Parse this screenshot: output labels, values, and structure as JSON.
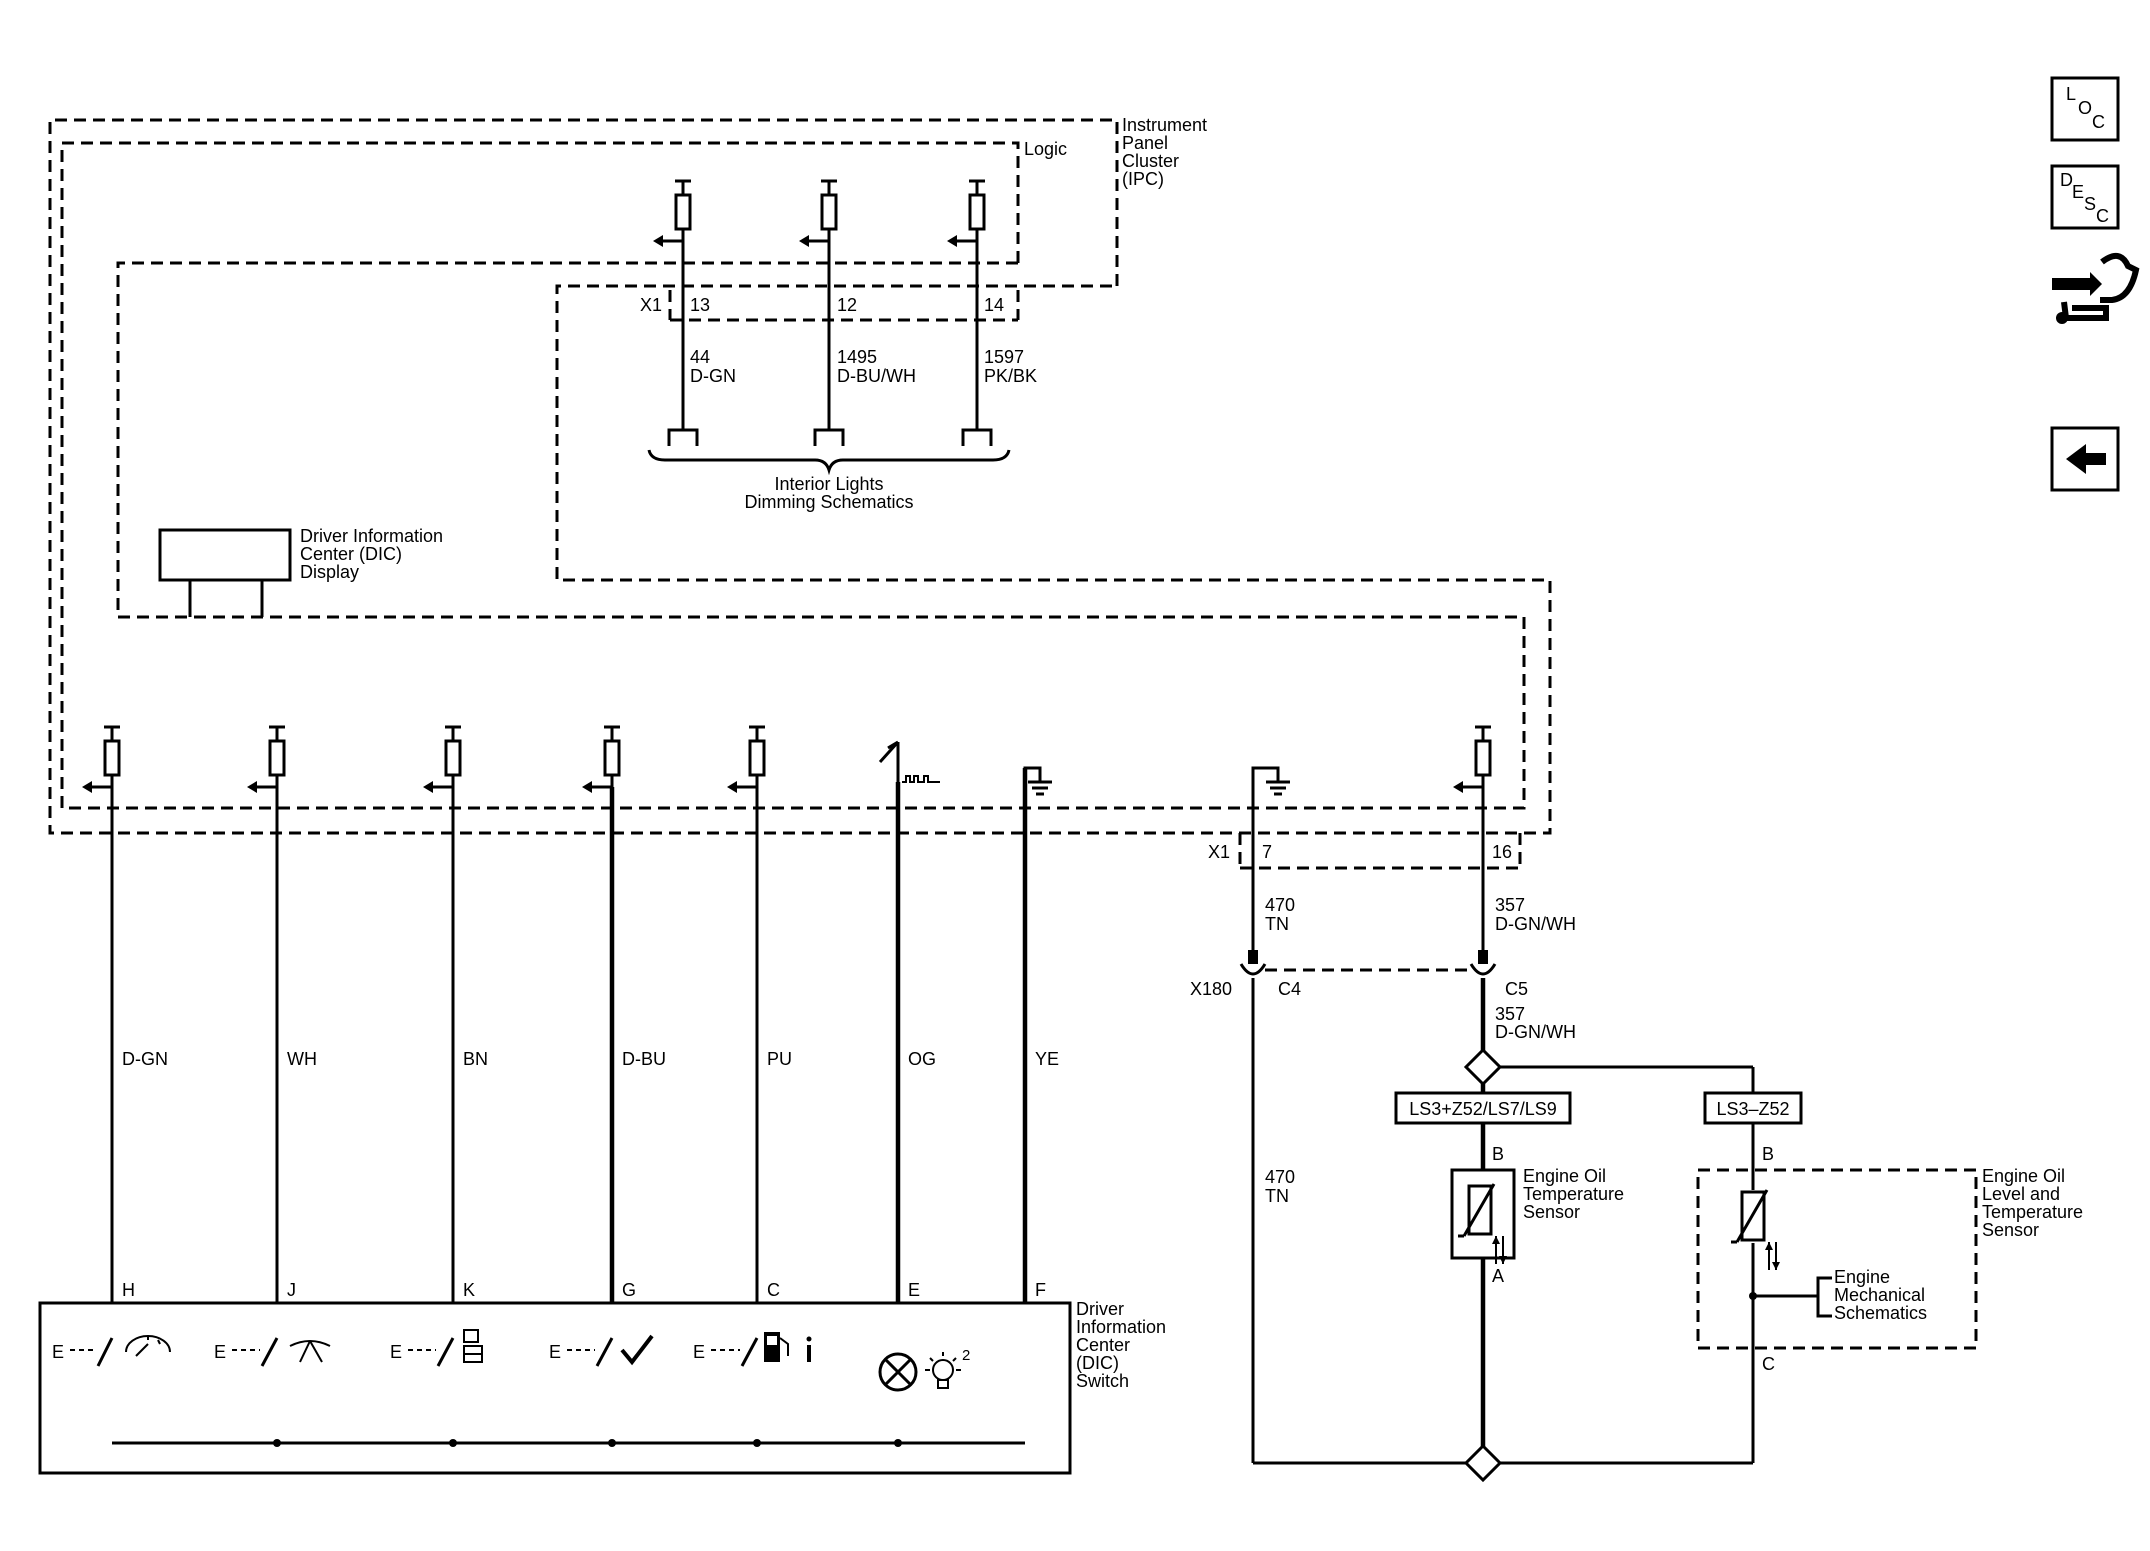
{
  "modules": {
    "ipc": "Instrument\nPanel\nCluster\n(IPC)",
    "logic": "Logic",
    "dic_display": "Driver Information\nCenter (DIC)\nDisplay",
    "dic_switch": "Driver\nInformation\nCenter\n(DIC)\nSwitch",
    "interior_lights": "Interior Lights\nDimming Schematics",
    "oil_temp_sensor": "Engine Oil\nTemperature\nSensor",
    "oil_level_temp_sensor": "Engine Oil\nLevel and\nTemperature\nSensor",
    "engine_mech": "Engine\nMechanical\nSchematics"
  },
  "top_connector": {
    "name": "X1",
    "circuits": [
      {
        "pin": "13",
        "circuit": "44",
        "color": "D-GN"
      },
      {
        "pin": "12",
        "circuit": "1495",
        "color": "D-BU/WH"
      },
      {
        "pin": "14",
        "circuit": "1597",
        "color": "PK/BK"
      }
    ]
  },
  "dic_wires": [
    {
      "color": "D-GN",
      "pin": "H",
      "icon": "gauge-icon"
    },
    {
      "color": "WH",
      "pin": "J",
      "icon": "wiper-icon"
    },
    {
      "color": "BN",
      "pin": "K",
      "icon": "info-display-icon"
    },
    {
      "color": "D-BU",
      "pin": "G",
      "icon": "checkmark-icon"
    },
    {
      "color": "PU",
      "pin": "C",
      "icon": "fuel-info-icon"
    },
    {
      "color": "OG",
      "pin": "E",
      "icon": "lamp-icon"
    },
    {
      "color": "YE",
      "pin": "F",
      "icon": "ground-icon"
    }
  ],
  "lamp_superscript": "2",
  "switch_e_label": "E",
  "right_section": {
    "x1_label": "X1",
    "pin_7": "7",
    "pin_16": "16",
    "wire_470": {
      "circuit": "470",
      "color": "TN"
    },
    "wire_357": {
      "circuit": "357",
      "color": "D-GN/WH"
    },
    "x180": "X180",
    "c4": "C4",
    "c5": "C5",
    "option_a": "LS3+Z52/LS7/LS9",
    "option_b": "LS3–Z52",
    "pin_b": "B",
    "pin_a": "A",
    "pin_c": "C"
  },
  "nav": {
    "loc": [
      "L",
      "O",
      "C"
    ],
    "desc": [
      "D",
      "E",
      "S",
      "C"
    ]
  }
}
